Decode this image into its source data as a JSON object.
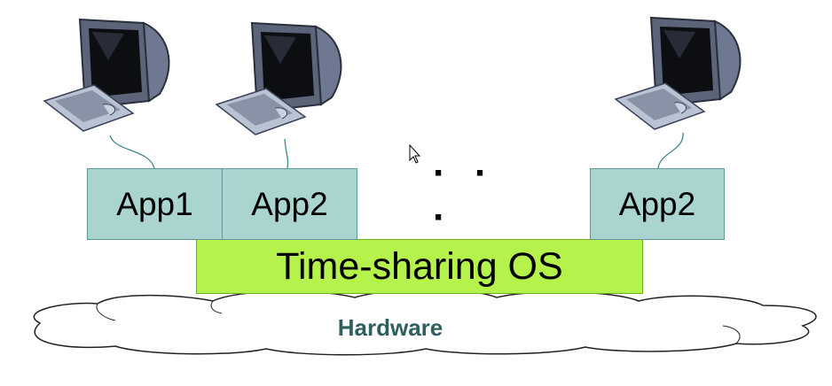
{
  "apps": [
    {
      "label": "App1"
    },
    {
      "label": "App2"
    },
    {
      "label": "App2"
    }
  ],
  "ellipsis": "· · ·",
  "os": {
    "label": "Time-sharing OS"
  },
  "hardware": {
    "label": "Hardware"
  },
  "colors": {
    "app_fill": "#a9d4d0",
    "os_fill": "#b5f34c",
    "hardware_text": "#2f5f5f",
    "cable": "#3d8a86"
  },
  "icons": [
    "computer-terminal-icon",
    "computer-terminal-icon",
    "computer-terminal-icon",
    "mouse-cursor-icon",
    "cloud-icon"
  ]
}
